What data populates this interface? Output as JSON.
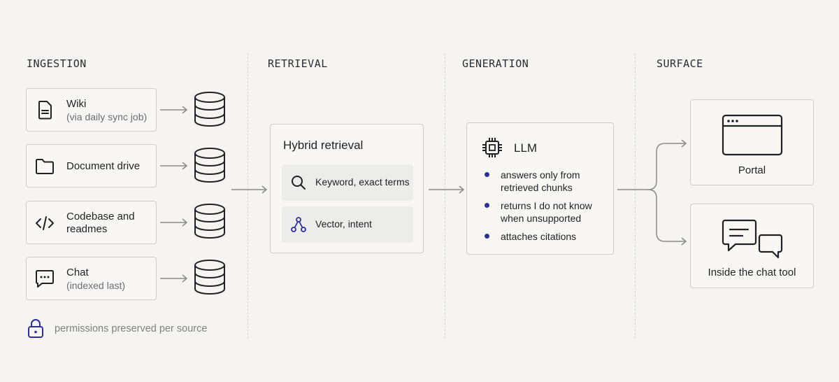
{
  "columns": {
    "ingestion": "INGESTION",
    "retrieval": "RETRIEVAL",
    "generation": "GENERATION",
    "surface": "SURFACE"
  },
  "sources": [
    {
      "label": "Wiki",
      "sub": "(via daily sync job)",
      "icon": "document-icon"
    },
    {
      "label": "Document drive",
      "sub": "",
      "icon": "folder-icon"
    },
    {
      "label": "Codebase and",
      "sub2": "readmes",
      "icon": "code-icon"
    },
    {
      "label": "Chat",
      "sub": "(indexed last)",
      "icon": "chat-bubble-icon"
    }
  ],
  "permissions_note": "permissions preserved per source",
  "retrieval": {
    "title": "Hybrid retrieval",
    "methods": [
      {
        "label": "Keyword, exact terms",
        "icon": "search-icon"
      },
      {
        "label": "Vector, intent",
        "icon": "vector-nodes-icon"
      }
    ]
  },
  "generation": {
    "title": "LLM",
    "bullets": [
      {
        "line1": "answers only from",
        "line2": "retrieved chunks"
      },
      {
        "line1": "returns I do not know",
        "line2": "when unsupported"
      },
      {
        "line1": "attaches citations",
        "line2": ""
      }
    ]
  },
  "surfaces": [
    {
      "label": "Portal",
      "icon": "browser-window-icon"
    },
    {
      "label": "Inside the chat tool",
      "icon": "chat-conversation-icon"
    }
  ],
  "colors": {
    "accent": "#2e2f9e",
    "background": "#f5f4f0",
    "border": "#cfcdc8"
  }
}
